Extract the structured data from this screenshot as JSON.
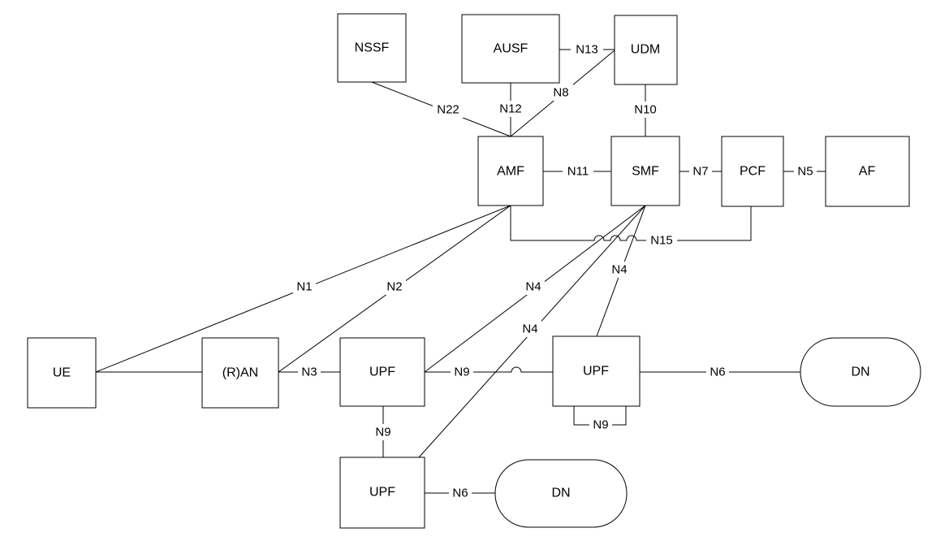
{
  "nodes": {
    "nssf": "NSSF",
    "ausf": "AUSF",
    "udm": "UDM",
    "amf": "AMF",
    "smf": "SMF",
    "pcf": "PCF",
    "af": "AF",
    "ue": "UE",
    "ran": "(R)AN",
    "upf_main": "UPF",
    "upf_right": "UPF",
    "upf_bottom": "UPF",
    "dn_right": "DN",
    "dn_bottom": "DN"
  },
  "interfaces": {
    "n1": "N1",
    "n2": "N2",
    "n3": "N3",
    "n4_a": "N4",
    "n4_b": "N4",
    "n4_c": "N4",
    "n5": "N5",
    "n6_right": "N6",
    "n6_bottom": "N6",
    "n7": "N7",
    "n8": "N8",
    "n9_horizontal": "N9",
    "n9_vertical": "N9",
    "n9_loop": "N9",
    "n10": "N10",
    "n11": "N11",
    "n12": "N12",
    "n13": "N13",
    "n15": "N15",
    "n22": "N22"
  },
  "colors": {
    "line": "#000000",
    "fill": "#ffffff"
  }
}
